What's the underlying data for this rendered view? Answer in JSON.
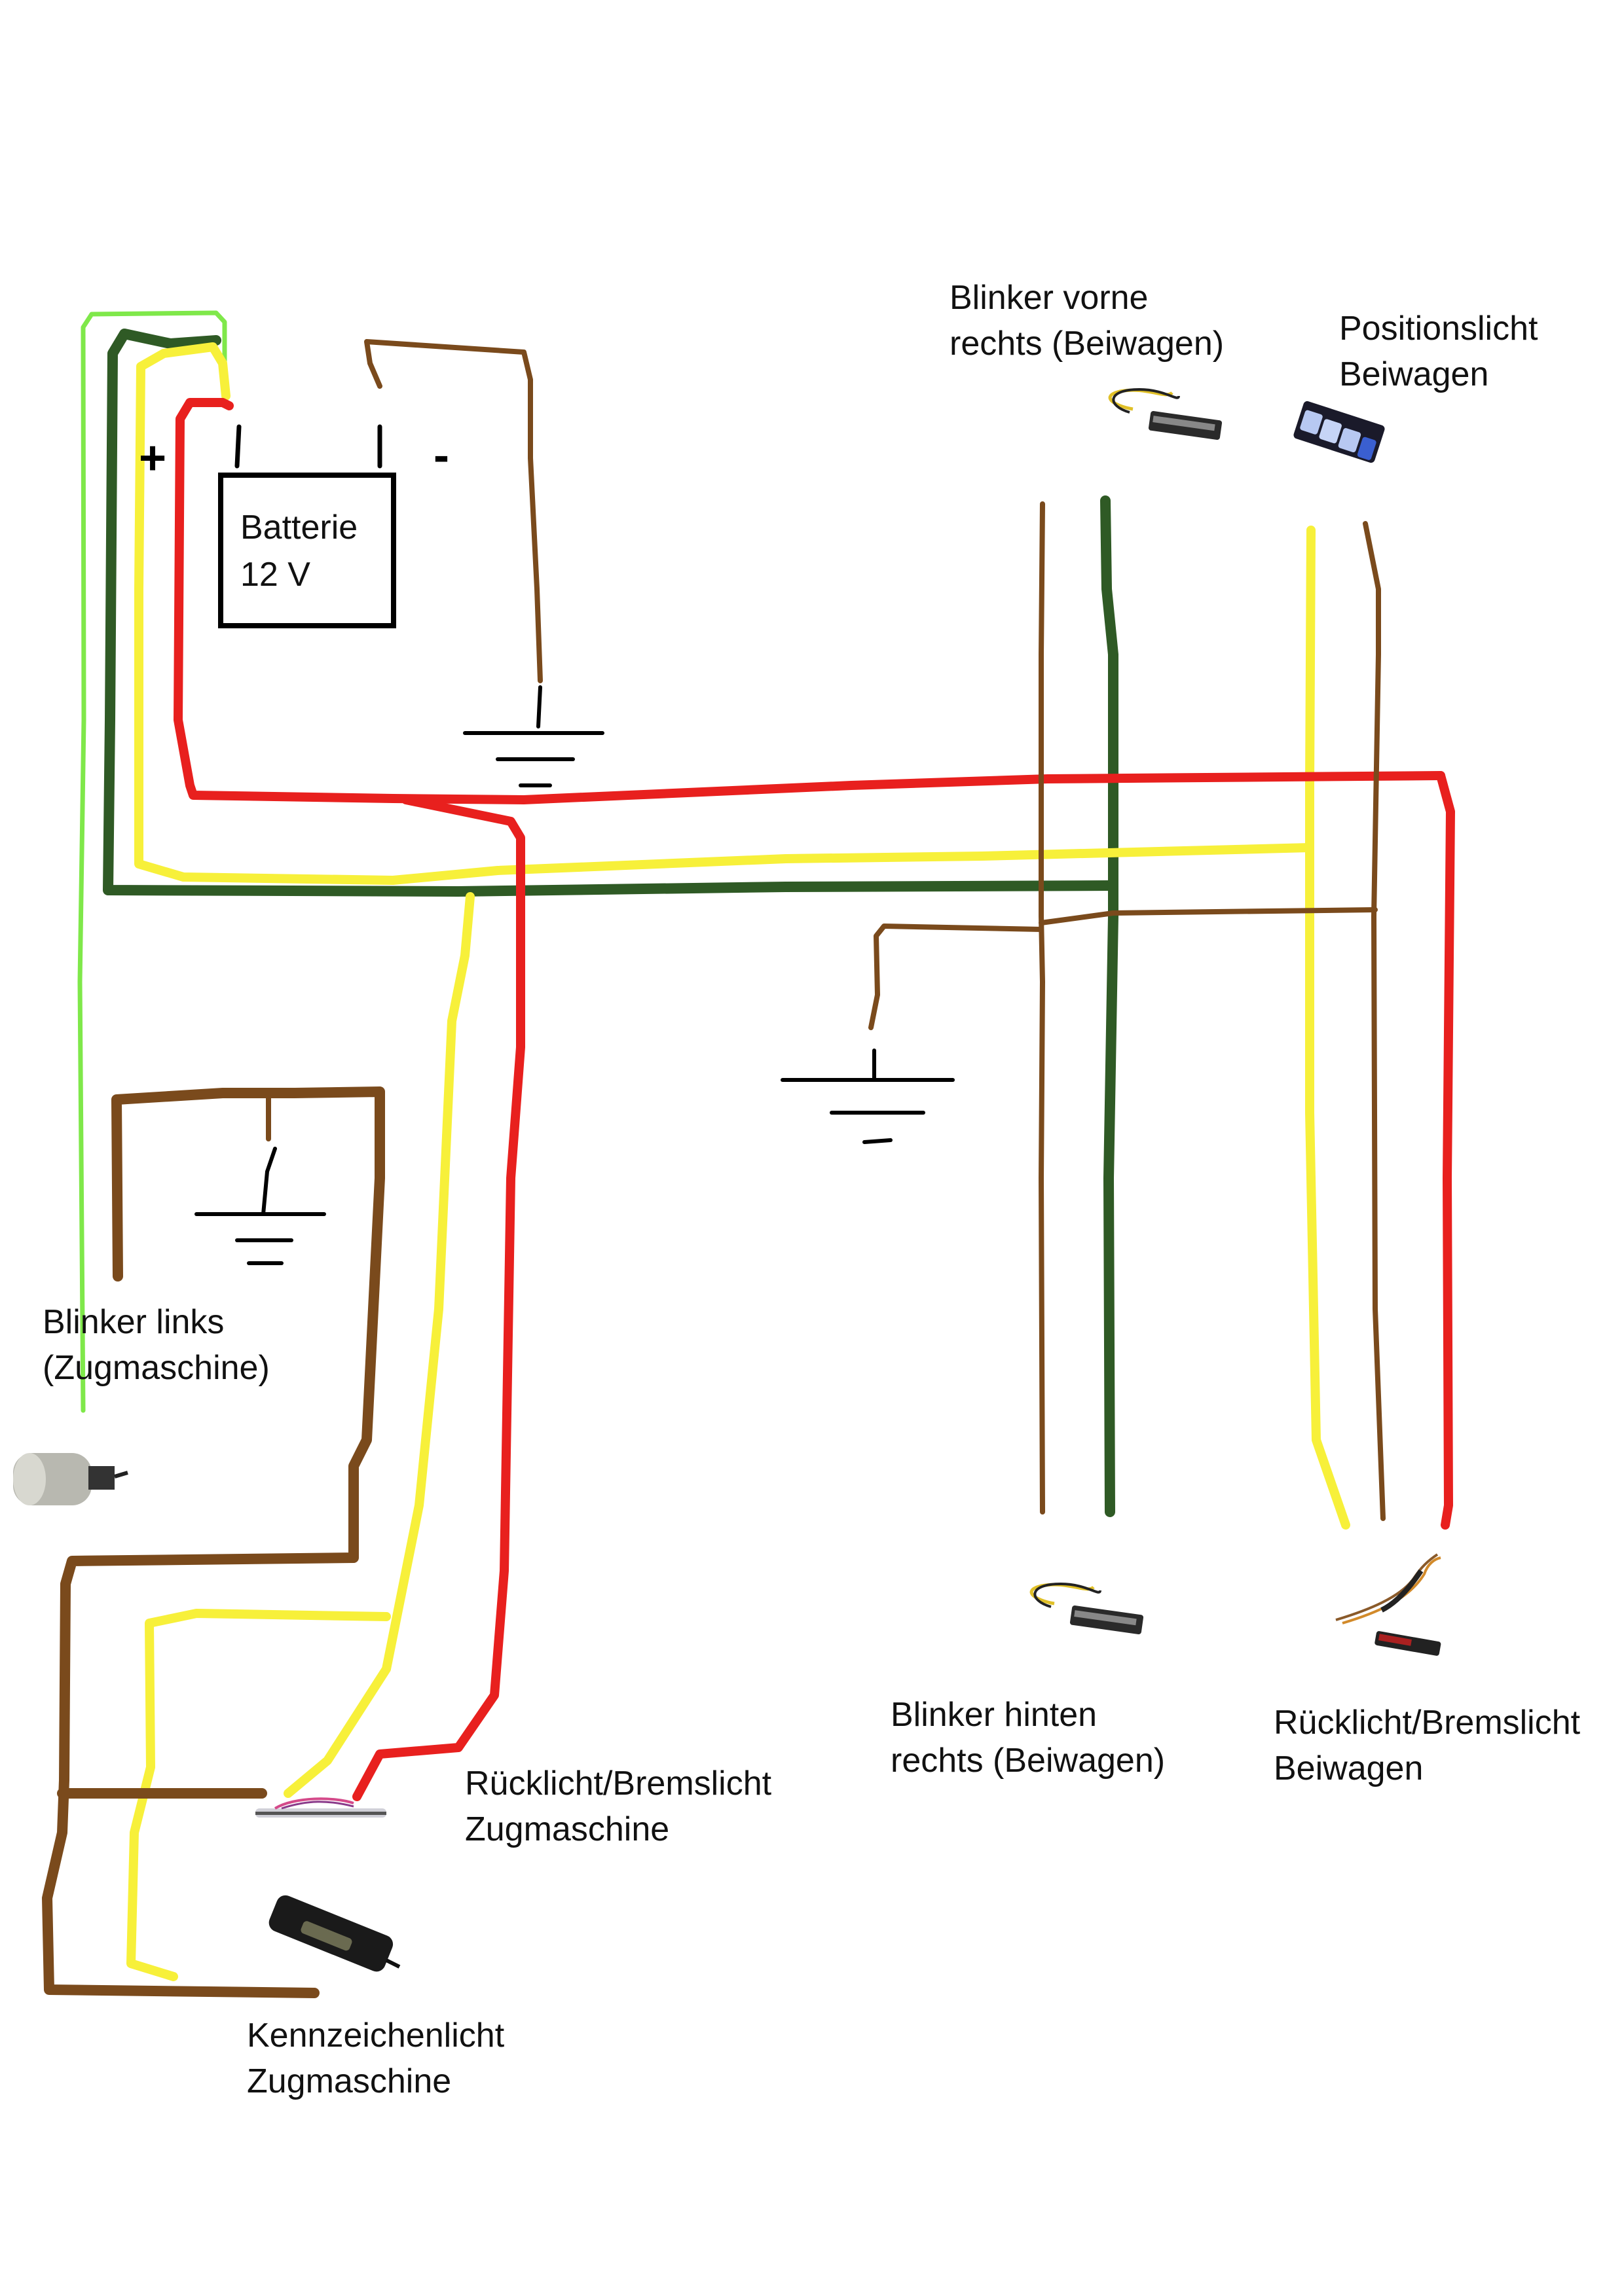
{
  "colors": {
    "red": "#e8201e",
    "yellow": "#f7f03a",
    "dark_green": "#2f5a25",
    "light_green": "#7fe84a",
    "brown": "#7a4a1c",
    "black": "#000000"
  },
  "battery": {
    "line1": "Batterie",
    "line2": "12 V",
    "plus": "+",
    "minus": "-"
  },
  "components": {
    "blinker_front_right": {
      "line1": "Blinker vorne",
      "line2": "rechts (Beiwagen)",
      "icon": "blinker-led-icon"
    },
    "position_light": {
      "line1": "Positionslicht",
      "line2": "Beiwagen",
      "icon": "position-light-icon"
    },
    "blinker_left": {
      "line1": "Blinker links",
      "line2": "(Zugmaschine)",
      "icon": "bullet-blinker-icon"
    },
    "tail_light_tractor": {
      "line1": "Rücklicht/Bremslicht",
      "line2": "Zugmaschine",
      "icon": "led-strip-icon"
    },
    "license_light": {
      "line1": "Kennzeichenlicht",
      "line2": "Zugmaschine",
      "icon": "license-plate-light-icon"
    },
    "blinker_rear_right": {
      "line1": "Blinker hinten",
      "line2": "rechts (Beiwagen)",
      "icon": "blinker-led-icon"
    },
    "tail_light_sidecar": {
      "line1": "Rücklicht/Bremslicht",
      "line2": "Beiwagen",
      "icon": "tail-light-led-icon"
    }
  }
}
